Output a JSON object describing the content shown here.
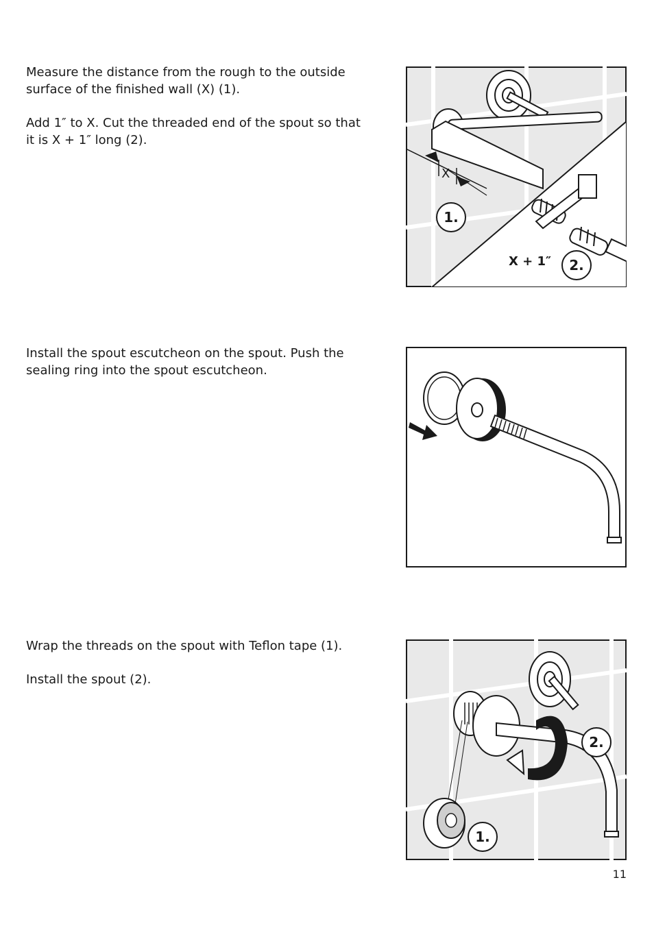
{
  "steps": [
    {
      "paragraphs": [
        "Measure the distance from the rough to the outside surface of the finished wall (X) (1).",
        "Add 1″ to X. Cut the threaded end of the spout so that it is X + 1″ long (2)."
      ],
      "figure": {
        "callout_1": "1.",
        "callout_2": "2.",
        "dimension_label": "X + 1″",
        "marker_x": "X"
      }
    },
    {
      "paragraphs": [
        "Install the spout escutcheon on the spout.  Push the sealing ring into the spout escutcheon."
      ]
    },
    {
      "paragraphs": [
        "Wrap the threads on the spout with Teflon tape (1).",
        "Install the spout (2)."
      ],
      "figure": {
        "callout_1": "1.",
        "callout_2": "2."
      }
    }
  ],
  "page_number": "11",
  "colors": {
    "wall_tile": "#e9e9e9",
    "grout": "#ffffff",
    "line": "#1a1a1a"
  }
}
